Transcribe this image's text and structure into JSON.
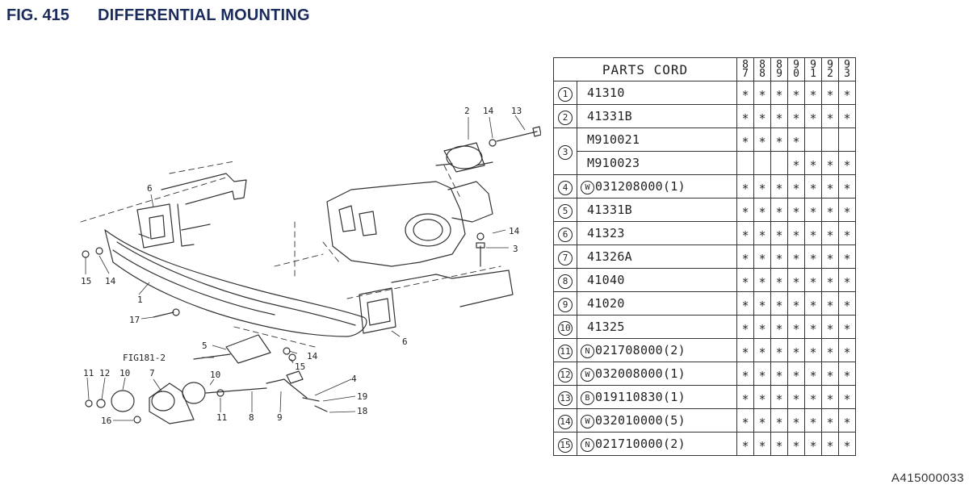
{
  "header": {
    "fig_number": "FIG. 415",
    "title": "DIFFERENTIAL MOUNTING"
  },
  "table": {
    "code_header": "PARTS CORD",
    "years": [
      [
        "8",
        "7"
      ],
      [
        "8",
        "8"
      ],
      [
        "8",
        "9"
      ],
      [
        "9",
        "0"
      ],
      [
        "9",
        "1"
      ],
      [
        "9",
        "2"
      ],
      [
        "9",
        "3"
      ]
    ],
    "mark_symbol": "∗",
    "rows": [
      {
        "index": "1",
        "prefix": "",
        "code": "41310",
        "marks": [
          1,
          1,
          1,
          1,
          1,
          1,
          1
        ]
      },
      {
        "index": "2",
        "prefix": "",
        "code": "41331B",
        "marks": [
          1,
          1,
          1,
          1,
          1,
          1,
          1
        ]
      },
      {
        "index": "3",
        "prefix": "",
        "code": "M910021",
        "marks": [
          1,
          1,
          1,
          1,
          0,
          0,
          0
        ]
      },
      {
        "index": "",
        "prefix": "",
        "code": "M910023",
        "marks": [
          0,
          0,
          0,
          1,
          1,
          1,
          1
        ]
      },
      {
        "index": "4",
        "prefix": "W",
        "code": "031208000(1)",
        "marks": [
          1,
          1,
          1,
          1,
          1,
          1,
          1
        ]
      },
      {
        "index": "5",
        "prefix": "",
        "code": "41331B",
        "marks": [
          1,
          1,
          1,
          1,
          1,
          1,
          1
        ]
      },
      {
        "index": "6",
        "prefix": "",
        "code": "41323",
        "marks": [
          1,
          1,
          1,
          1,
          1,
          1,
          1
        ]
      },
      {
        "index": "7",
        "prefix": "",
        "code": "41326A",
        "marks": [
          1,
          1,
          1,
          1,
          1,
          1,
          1
        ]
      },
      {
        "index": "8",
        "prefix": "",
        "code": "41040",
        "marks": [
          1,
          1,
          1,
          1,
          1,
          1,
          1
        ]
      },
      {
        "index": "9",
        "prefix": "",
        "code": "41020",
        "marks": [
          1,
          1,
          1,
          1,
          1,
          1,
          1
        ]
      },
      {
        "index": "10",
        "prefix": "",
        "code": "41325",
        "marks": [
          1,
          1,
          1,
          1,
          1,
          1,
          1
        ]
      },
      {
        "index": "11",
        "prefix": "N",
        "code": "021708000(2)",
        "marks": [
          1,
          1,
          1,
          1,
          1,
          1,
          1
        ]
      },
      {
        "index": "12",
        "prefix": "W",
        "code": "032008000(1)",
        "marks": [
          1,
          1,
          1,
          1,
          1,
          1,
          1
        ]
      },
      {
        "index": "13",
        "prefix": "B",
        "code": "019110830(1)",
        "marks": [
          1,
          1,
          1,
          1,
          1,
          1,
          1
        ]
      },
      {
        "index": "14",
        "prefix": "W",
        "code": "032010000(5)",
        "marks": [
          1,
          1,
          1,
          1,
          1,
          1,
          1
        ]
      },
      {
        "index": "15",
        "prefix": "N",
        "code": "021710000(2)",
        "marks": [
          1,
          1,
          1,
          1,
          1,
          1,
          1
        ]
      }
    ]
  },
  "diagram": {
    "callouts": [
      "2",
      "14",
      "13",
      "6",
      "14",
      "3",
      "15",
      "14",
      "1",
      "17",
      "6",
      "5",
      "FIG181-2",
      "14",
      "15",
      "11",
      "12",
      "10",
      "7",
      "10",
      "4",
      "19",
      "18",
      "16",
      "11",
      "8",
      "9"
    ]
  },
  "document_id": "A415000033"
}
